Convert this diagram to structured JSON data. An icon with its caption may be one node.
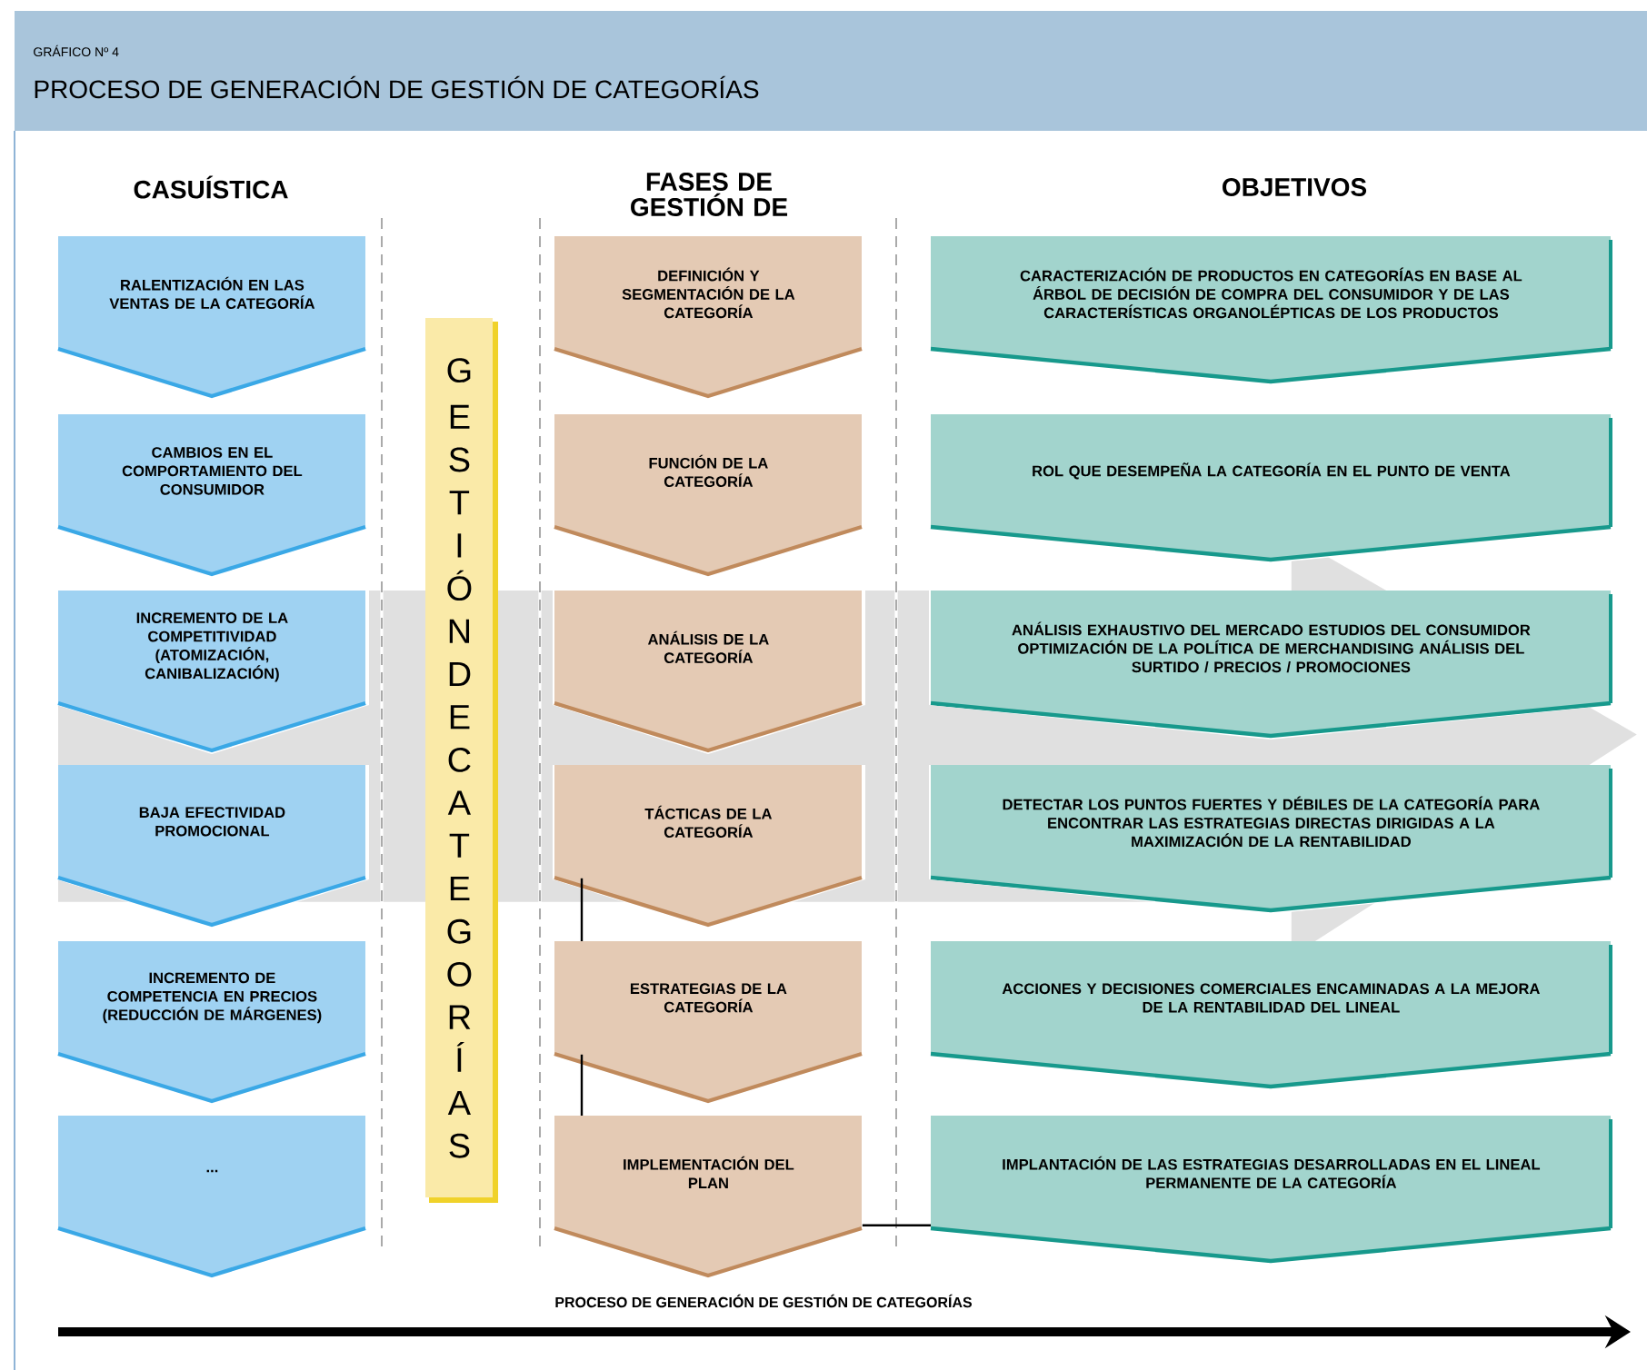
{
  "diagram": {
    "title": "PROCESO DE GENERACIÓN DE GESTIÓN DE CATEGORÍAS",
    "nodes": [
      {
        "text": [
          "RALENTIZACIÓN EN LAS VENTAS DE LA CATEGORÍA"
        ]
      },
      {
        "text": [
          "CAMBIOS EN EL COMPORTAMIENTO DEL CONSUMIDOR"
        ]
      },
      {
        "text": [
          "INCREMENTO DE LA COMPETITIVIDAD (ATOMIZACIÓN, CANIBALIZACIÓN)"
        ]
      },
      {
        "text": [
          "BAJA EFECTIVIDAD PROMOCIONAL"
        ]
      },
      {
        "text": [
          "INCREMENTO DE COMPETENCIA EN PRECIOS (REDUCCIÓN DE MÁRGENES)"
        ]
      },
      {
        "text": [
          "..."
        ]
      },
      {
        "text": [
          "GESTIÓN DE CATEGORÍAS"
        ]
      },
      {
        "text": [
          "DEFINICIÓN Y SEGMENTACIÓN DE LA CATEGORÍA"
        ]
      },
      {
        "text": [
          "FUNCIÓN DE LA CATEGORÍA"
        ]
      },
      {
        "text": [
          "ANÁLISIS DE LA CATEGORÍA"
        ]
      },
      {
        "text": [
          "TÁCTICAS DE LA CATEGORÍA"
        ]
      },
      {
        "text": [
          "ESTRATEGIAS DE LA CATEGORÍA"
        ]
      },
      {
        "text": [
          "IMPLEMENTACIÓN DEL PLAN"
        ]
      },
      {
        "text": [
          "CARACTERIZACIÓN DE PRODUCTOS EN CATEGORÍAS EN BASE AL ÁRBOL DE DECISIÓN DE COMPRA DEL CONSUMIDOR Y DE LAS CARACTERÍSTICAS ORGANOLÉPTICAS DE LOS PRODUCTOS"
        ]
      },
      {
        "text": [
          "ROL QUE DESEMPEÑA LA CATEGORÍA EN EL PUNTO DE VENTA"
        ]
      },
      {
        "text": [
          "ANÁLISIS EXHAUSTIVO DEL MERCADO ESTUDIOS DEL CONSUMIDOR OPTIMIZACIÓN DE LA POLÍTICA DE MERCHANDISING ANÁLISIS DEL SURTIDO / PRECIOS / PROMOCIONES"
        ]
      },
      {
        "text": [
          "DETECTAR LOS PUNTOS FUERTES Y DÉBILES DE LA CATEGORÍA PARA ENCONTRAR LAS ESTRATEGIAS DIRECTAS DIRIGIDAS A LA MAXIMIZACIÓN DE LA RENTABILIDAD"
        ]
      },
      {
        "text": [
          "ACCIONES Y DECISIONES COMERCIALES ENCAMINADAS A LA MEJORA DE LA RENTABILIDAD DEL LINEAL"
        ]
      },
      {
        "text": [
          "IMPLANTACIÓN DE LAS ESTRATEGIAS DESARROLLADAS EN EL LINEAL PERMANENTE DE LA CATEGORÍA"
        ]
      }
    ],
    "edges": [
      {
        "from": 2,
        "to": 15,
        "arrow": "to",
        "style": "thick",
        "color": "#e0e0e0"
      },
      {
        "from": 10,
        "to": 11,
        "arrow": "none"
      },
      {
        "from": 11,
        "to": 12,
        "arrow": "none"
      },
      {
        "from": 12,
        "to": 18,
        "arrow": "none"
      }
    ],
    "labels": [
      "GRÁFICO Nº 4",
      "CASUÍSTICA",
      "FASES DE GESTIÓN DE",
      "OBJETIVOS",
      "PROCESO DE GENERACIÓN DE GESTIÓN DE CATEGORÍAS"
    ]
  }
}
